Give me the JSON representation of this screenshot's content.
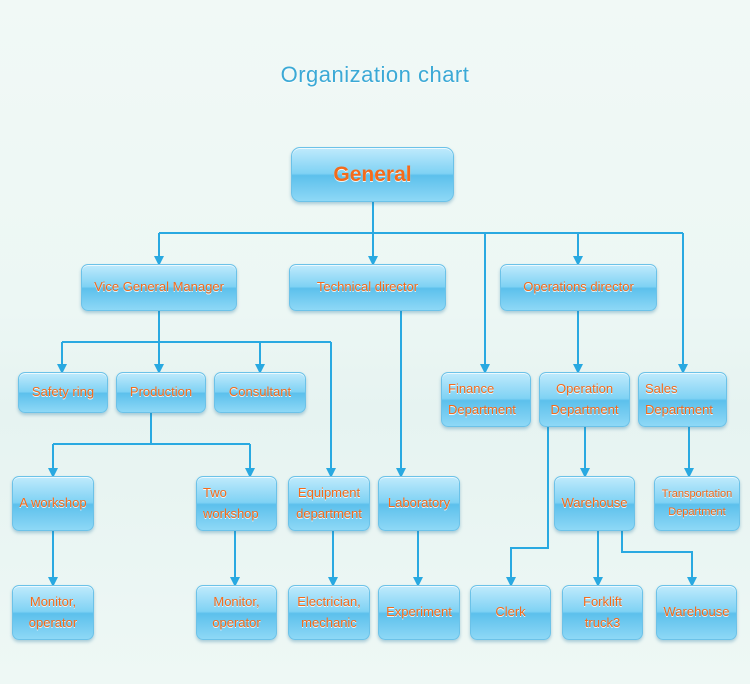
{
  "title": "Organization chart",
  "chart_data": {
    "type": "org_chart",
    "nodes": [
      {
        "id": "general",
        "label": "General"
      },
      {
        "id": "vice_gm",
        "label": "Vice General Manager"
      },
      {
        "id": "tech_director",
        "label": "Technical director"
      },
      {
        "id": "ops_director",
        "label": "Operations director"
      },
      {
        "id": "safety_ring",
        "label": "Safety ring"
      },
      {
        "id": "production",
        "label": "Production"
      },
      {
        "id": "consultant",
        "label": "Consultant"
      },
      {
        "id": "finance",
        "label": "Finance Department"
      },
      {
        "id": "operation_dept",
        "label": "Operation Department"
      },
      {
        "id": "sales",
        "label": "Sales Department"
      },
      {
        "id": "a_workshop",
        "label": "A workshop"
      },
      {
        "id": "two_workshop",
        "label": "Two workshop"
      },
      {
        "id": "equipment",
        "label": "Equipment department"
      },
      {
        "id": "laboratory",
        "label": "Laboratory"
      },
      {
        "id": "warehouse_mid",
        "label": "Warehouse"
      },
      {
        "id": "transportation",
        "label": "Transportation Department"
      },
      {
        "id": "monitor_a",
        "label": "Monitor, operator"
      },
      {
        "id": "monitor_two",
        "label": "Monitor, operator"
      },
      {
        "id": "electrician",
        "label": "Electrician, mechanic"
      },
      {
        "id": "experiment",
        "label": "Experiment"
      },
      {
        "id": "clerk",
        "label": "Clerk"
      },
      {
        "id": "forklift",
        "label": "Forklift truck3"
      },
      {
        "id": "warehouse_bottom",
        "label": "Warehouse"
      }
    ],
    "edges": [
      [
        "general",
        "vice_gm"
      ],
      [
        "general",
        "tech_director"
      ],
      [
        "general",
        "ops_director"
      ],
      [
        "general",
        "finance"
      ],
      [
        "general",
        "sales"
      ],
      [
        "vice_gm",
        "safety_ring"
      ],
      [
        "vice_gm",
        "production"
      ],
      [
        "vice_gm",
        "consultant"
      ],
      [
        "vice_gm",
        "equipment"
      ],
      [
        "production",
        "a_workshop"
      ],
      [
        "production",
        "two_workshop"
      ],
      [
        "tech_director",
        "laboratory"
      ],
      [
        "ops_director",
        "operation_dept"
      ],
      [
        "operation_dept",
        "warehouse_mid"
      ],
      [
        "operation_dept",
        "clerk"
      ],
      [
        "sales",
        "transportation"
      ],
      [
        "a_workshop",
        "monitor_a"
      ],
      [
        "two_workshop",
        "monitor_two"
      ],
      [
        "equipment",
        "electrician"
      ],
      [
        "laboratory",
        "experiment"
      ],
      [
        "warehouse_mid",
        "forklift"
      ],
      [
        "warehouse_mid",
        "warehouse_bottom"
      ]
    ]
  },
  "colors": {
    "line": "#29a9e1",
    "node_text": "#f36b1c",
    "title": "#3ba9d6"
  }
}
